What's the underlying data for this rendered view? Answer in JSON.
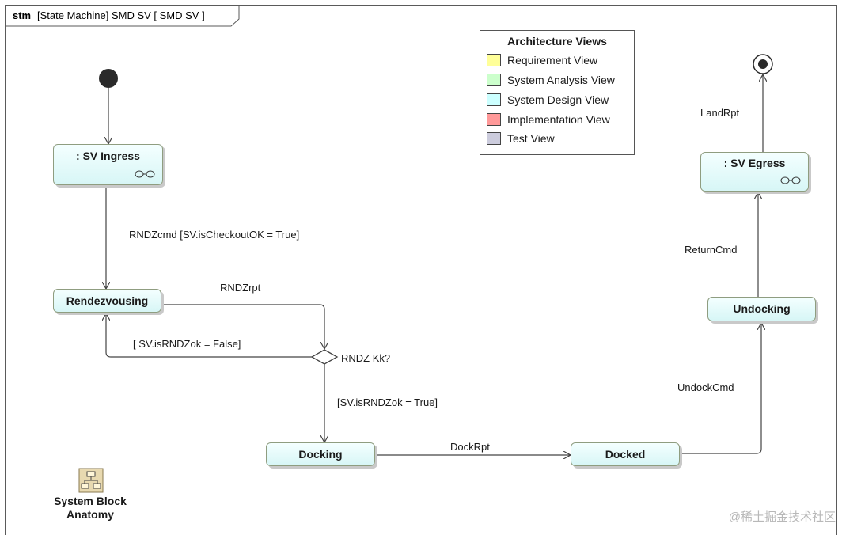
{
  "frame": {
    "kind": "stm",
    "title": "[State Machine] SMD SV [ SMD SV ]"
  },
  "states": {
    "ingress": ": SV Ingress",
    "rendezvousing": "Rendezvousing",
    "docking": "Docking",
    "docked": "Docked",
    "undocking": "Undocking",
    "egress": ": SV Egress"
  },
  "choice": "RNDZ Kk?",
  "transitions": {
    "rndzcmd": "RNDZcmd [SV.isCheckoutOK = True]",
    "rndzrpt": "RNDZrpt",
    "rndz_false": "[ SV.isRNDZok = False]",
    "rndz_true": "[SV.isRNDZok = True]",
    "dockrpt": "DockRpt",
    "undockcmd": "UndockCmd",
    "returncmd": "ReturnCmd",
    "landrpt": "LandRpt"
  },
  "legend": {
    "title": "Architecture Views",
    "items": [
      {
        "label": "Requirement View",
        "color": "#ffff99"
      },
      {
        "label": "System Analysis View",
        "color": "#ccffcc"
      },
      {
        "label": "System Design View",
        "color": "#ccffff"
      },
      {
        "label": "Implementation View",
        "color": "#ff9999"
      },
      {
        "label": "Test View",
        "color": "#ccccdd"
      }
    ]
  },
  "block": {
    "line1": "System Block",
    "line2": "Anatomy"
  },
  "watermark": "@稀土掘金技术社区"
}
